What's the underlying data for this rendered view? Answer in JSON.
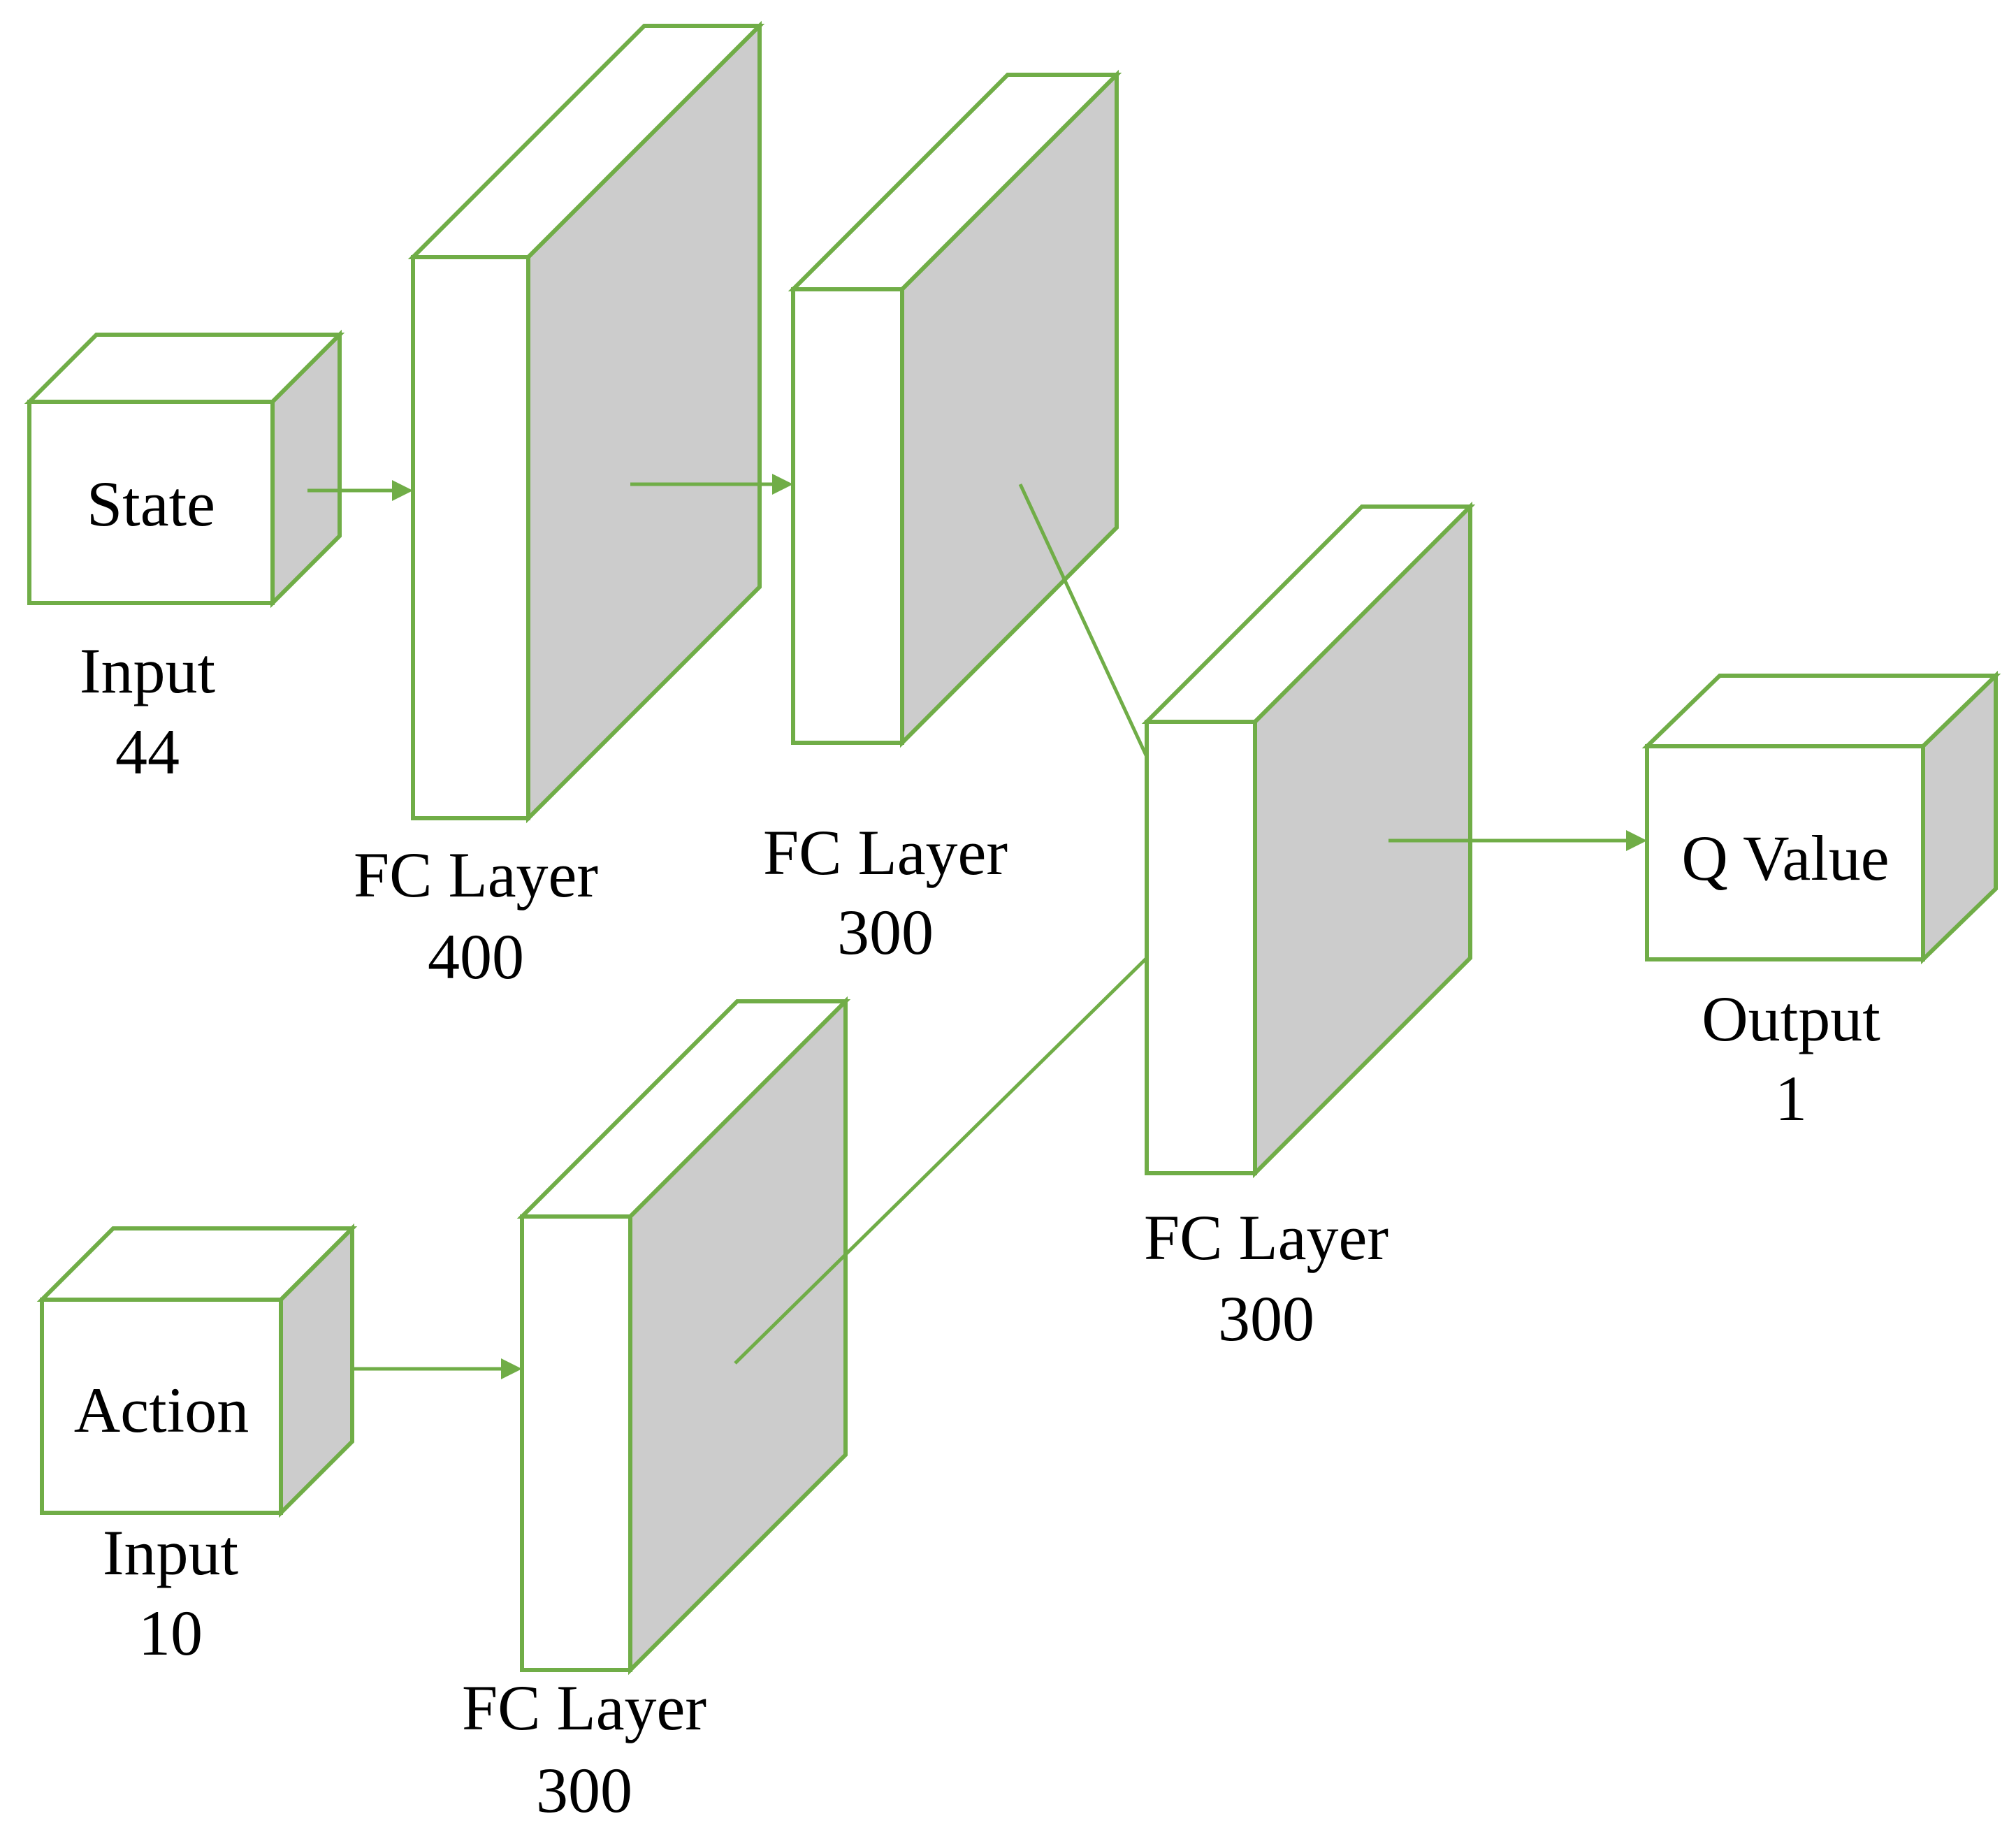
{
  "colors": {
    "outline": "#70ad47",
    "side_face": "#cccccc",
    "front_face": "#ffffff",
    "text": "#000000"
  },
  "nodes": {
    "state_input": {
      "inside": "State",
      "caption_line1": "Input",
      "caption_line2": "44"
    },
    "action_input": {
      "inside": "Action",
      "caption_line1": "Input",
      "caption_line2": "10"
    },
    "fc_400": {
      "caption_line1": "FC Layer",
      "caption_line2": "400"
    },
    "fc_300_state": {
      "caption_line1": "FC Layer",
      "caption_line2": "300"
    },
    "fc_300_action": {
      "caption_line1": "FC Layer",
      "caption_line2": "300"
    },
    "fc_300_merge": {
      "caption_line1": "FC Layer",
      "caption_line2": "300"
    },
    "q_output": {
      "inside": "Q Value",
      "caption_line1": "Output",
      "caption_line2": "1"
    }
  }
}
